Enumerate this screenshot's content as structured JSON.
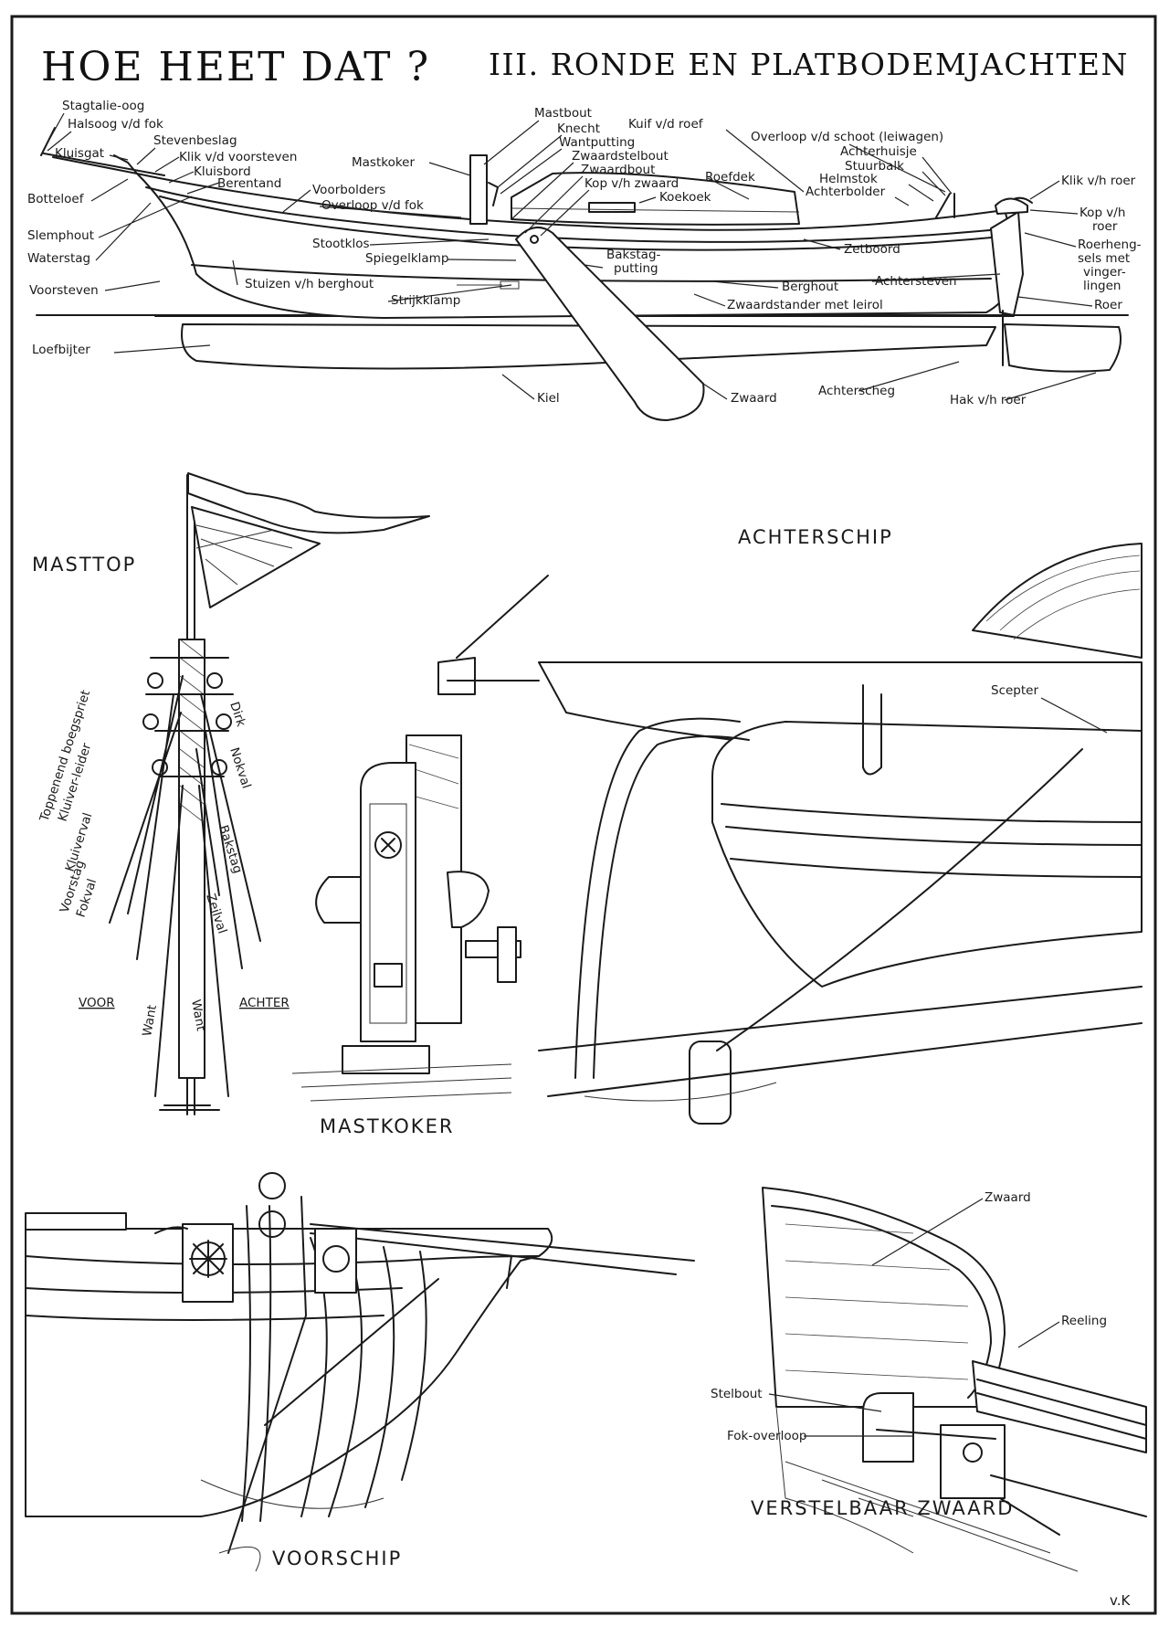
{
  "header": {
    "title": "HOE HEET DAT ?",
    "subtitle": "III. RONDE EN PLATBODEMJACHTEN"
  },
  "boat": {
    "stagtalie_oog": "Stagtalie-oog",
    "halsoog": "Halsoog v/d fok",
    "stevenbeslag": "Stevenbeslag",
    "klik_voorsteven": "Klik v/d voorsteven",
    "kluisgat": "Kluisgat",
    "kluisbord": "Kluisbord",
    "berentand": "Berentand",
    "botteloef": "Botteloef",
    "slemphout": "Slemphout",
    "waterstag": "Waterstag",
    "voorsteven": "Voorsteven",
    "loefbijter": "Loefbijter",
    "voorbolders": "Voorbolders",
    "overloop_fok": "Overloop v/d fok",
    "mastkoker": "Mastkoker",
    "mastbout": "Mastbout",
    "knecht": "Knecht",
    "wantputting": "Wantputting",
    "zwaardstelbout": "Zwaardstelbout",
    "zwaardbout": "Zwaardbout",
    "kop_zwaard": "Kop v/h zwaard",
    "kuif_roef": "Kuif v/d roef",
    "roefdek": "Roefdek",
    "koekoek": "Koekoek",
    "overloop_schoot": "Overloop v/d schoot (leiwagen)",
    "achterhuisje": "Achterhuisje",
    "stuurbalk": "Stuurbalk",
    "helmstok": "Helmstok",
    "achterbolder": "Achterbolder",
    "klik_roer": "Klik v/h roer",
    "kop_roer_1": "Kop v/h",
    "kop_roer_2": "roer",
    "stootklos": "Stootklos",
    "spiegelklamp": "Spiegelklamp",
    "bakstagputting_1": "Bakstag-",
    "bakstagputting_2": "putting",
    "zetboord": "Zetboord",
    "roerhengsels_1": "Roerheng-",
    "roerhengsels_2": "sels met",
    "roerhengsels_3": "vinger-",
    "roerhengsels_4": "lingen",
    "stuizen": "Stuizen v/h berghout",
    "strijkklamp": "Strijkklamp",
    "berghout": "Berghout",
    "achtersteven": "Achtersteven",
    "zwaardstander": "Zwaardstander met leirol",
    "roer": "Roer",
    "kiel": "Kiel",
    "zwaard": "Zwaard",
    "achterscheg": "Achterscheg",
    "hak_roer": "Hak v/h roer"
  },
  "masttop": {
    "caption": "MASTTOP",
    "toppenend": "Toppenend boegspriet",
    "kluiverleider": "Kluiver-leider",
    "kluiverval": "Kluiverval",
    "voorstag": "Voorstag",
    "fokval": "Fokval",
    "dirk": "Dirk",
    "nokval": "Nokval",
    "bakstag": "Bakstag",
    "zeilval": "Zeilval",
    "voor": "VOOR",
    "achter": "ACHTER",
    "want_left": "Want",
    "want_right": "Want"
  },
  "mastkoker": {
    "caption": "MASTKOKER"
  },
  "achterschip": {
    "caption": "ACHTERSCHIP",
    "scepter": "Scepter"
  },
  "voorschip": {
    "caption": "VOORSCHIP"
  },
  "zwaard_detail": {
    "caption": "VERSTELBAAR ZWAARD",
    "zwaard": "Zwaard",
    "reeling": "Reeling",
    "stelbout": "Stelbout",
    "fok_overloop": "Fok-overloop"
  },
  "signature": "v.K"
}
